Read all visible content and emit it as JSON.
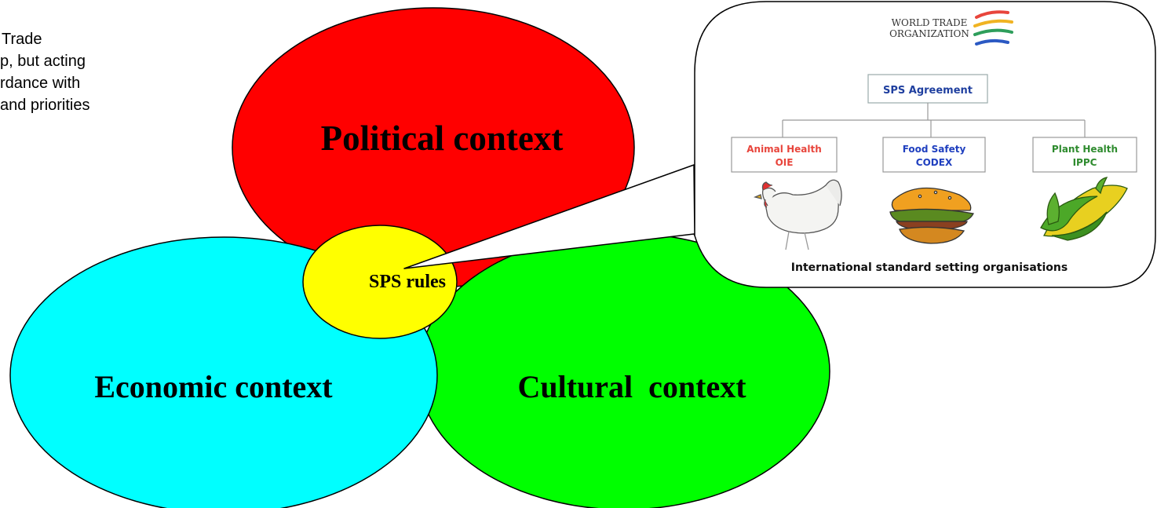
{
  "side_text": [
    "Trade",
    "p, but acting",
    "rdance with",
    "and priorities"
  ],
  "contexts": {
    "political": {
      "label": "Political context",
      "color": "#ff0000"
    },
    "economic": {
      "label": "Economic context",
      "color": "#00ffff"
    },
    "cultural": {
      "label": "Cultural  context",
      "color": "#00ff00"
    },
    "sps": {
      "label": "SPS rules",
      "color": "#ffff00"
    }
  },
  "callout": {
    "wto_line1": "WORLD TRADE",
    "wto_line2": "ORGANIZATION",
    "agreement": "SPS Agreement",
    "bodies": [
      {
        "line1": "Animal Health",
        "line2": "OIE",
        "color": "#e8453c"
      },
      {
        "line1": "Food Safety",
        "line2": "CODEX",
        "color": "#1f3fbf"
      },
      {
        "line1": "Plant Health",
        "line2": "IPPC",
        "color": "#2e8b2e"
      }
    ],
    "images": [
      "chicken-icon",
      "burger-icon",
      "corn-icon"
    ],
    "footer": "International standard setting organisations"
  }
}
